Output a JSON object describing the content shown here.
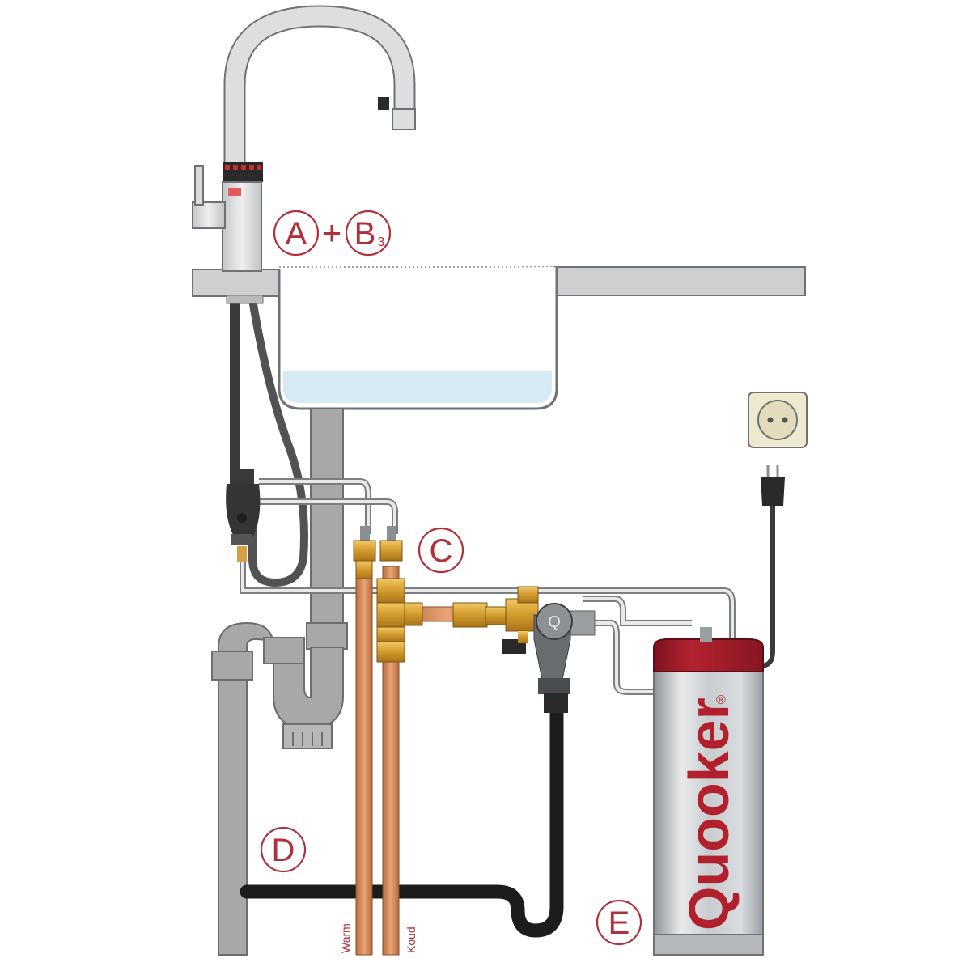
{
  "labels": {
    "a": "A",
    "plus": "+",
    "b": "B",
    "b_sub": "3",
    "c": "C",
    "d": "D",
    "e": "E"
  },
  "pipes": {
    "warm": "Warm",
    "cold": "Koud"
  },
  "tank": {
    "brand": "Quooker",
    "reg": "®"
  },
  "colors": {
    "label_red": "#b0313a",
    "tank_cap": "#a81e2c",
    "copper": "#d48c5e",
    "brass": "#d7a53e",
    "water": "#d6ebf5",
    "steel": "#cfd1d2",
    "drain_gray": "#a8a8a8"
  }
}
